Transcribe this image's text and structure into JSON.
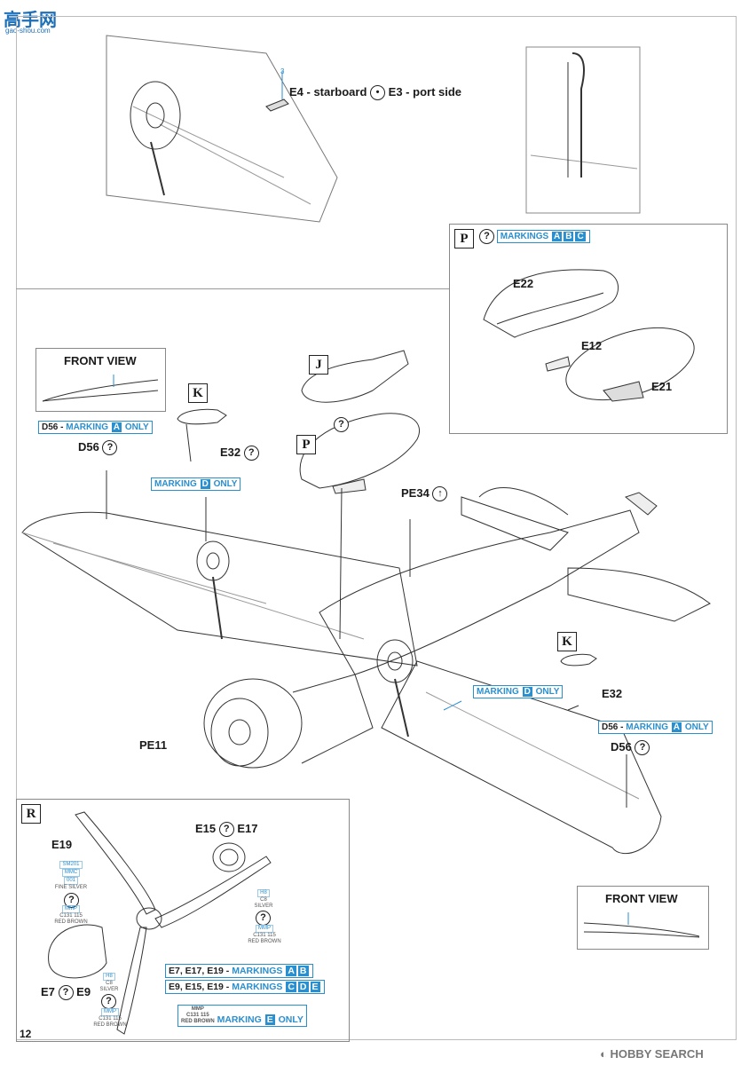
{
  "header": {
    "site_logo_text": "高手网",
    "site_url": "gao-shou.com"
  },
  "page_number": "12",
  "footer_logo": "HOBBY SEARCH",
  "sections": {
    "top_left": {
      "label": "E4 - starboard",
      "label2": "E3 - port side",
      "callout": "3"
    },
    "P_panel": {
      "step": "P",
      "markings_prefix": "MARKINGS",
      "markings": [
        "A",
        "B",
        "C"
      ],
      "parts": [
        "E22",
        "E12",
        "E21"
      ]
    },
    "front_view_left": {
      "title": "FRONT VIEW",
      "note_part": "D56 - ",
      "note_mid": "MARKING",
      "note_letter": "A",
      "note_suffix": "ONLY",
      "part": "D56"
    },
    "K_left": {
      "step": "K",
      "part": "E32",
      "note_prefix": "MARKING",
      "note_letter": "D",
      "note_suffix": "ONLY"
    },
    "J_group": {
      "step_j": "J",
      "step_p": "P"
    },
    "pe34": {
      "part": "PE34"
    },
    "pe11": {
      "part": "PE11"
    },
    "K_right": {
      "step": "K",
      "part": "E32",
      "note_prefix": "MARKING",
      "note_letter": "D",
      "note_suffix": "ONLY"
    },
    "right_note": {
      "note_part": "D56 - ",
      "note_mid": "MARKING",
      "note_letter": "A",
      "note_suffix": "ONLY",
      "part": "D56"
    },
    "front_view_right": {
      "title": "FRONT VIEW"
    },
    "R_panel": {
      "step": "R",
      "e19": "E19",
      "e15": "E15",
      "e17": "E17",
      "e7": "E7",
      "e9": "E9",
      "paint_silver_codes": [
        "SM201",
        "MMC",
        "001"
      ],
      "paint_silver_name": "FINE SILVER",
      "paint_brown_codes": [
        "MMP",
        "C131",
        "115"
      ],
      "paint_brown_name": "RED BROWN",
      "paint_h8": [
        "H8",
        "C8"
      ],
      "paint_h8_name": "SILVER",
      "line1_parts": "E7, E17, E19 - ",
      "line1_mark": "MARKINGS",
      "line1_letters": [
        "A",
        "B"
      ],
      "line2_parts": "E9, E15, E19 - ",
      "line2_mark": "MARKINGS",
      "line2_letters": [
        "C",
        "D",
        "E"
      ],
      "line3_mark": "MARKING",
      "line3_letter": "E",
      "line3_suffix": "ONLY"
    }
  }
}
